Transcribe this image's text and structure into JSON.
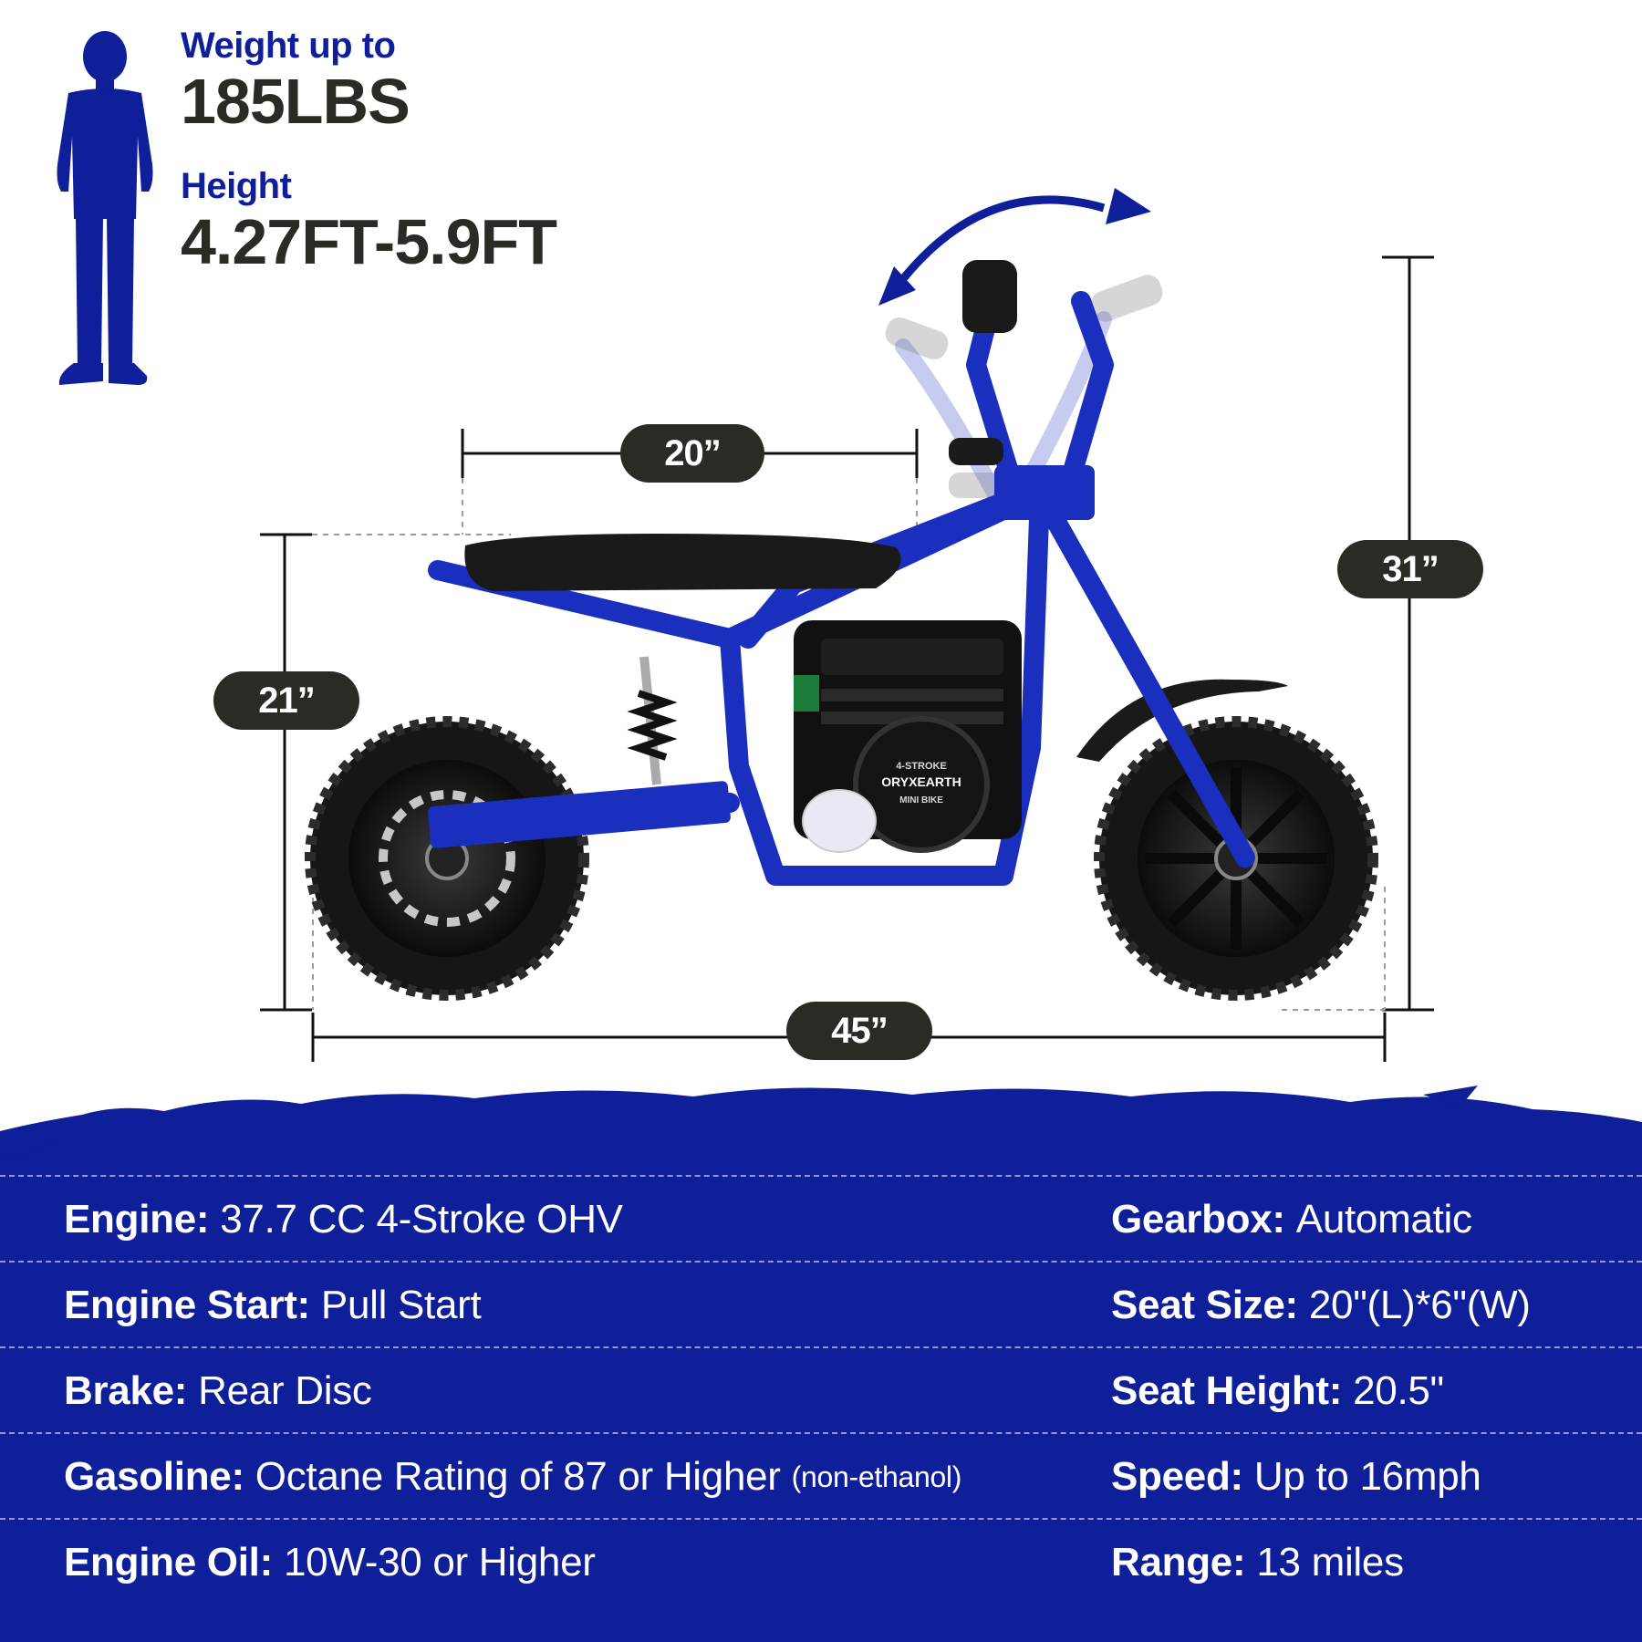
{
  "rider": {
    "weight_label": "Weight up to",
    "weight_value": "185LBS",
    "height_label": "Height",
    "height_value": "4.27FT-5.9FT"
  },
  "dimensions": {
    "seat_length": "20”",
    "seat_height": "21”",
    "overall_height": "31”",
    "overall_length": "45”"
  },
  "engine_badge": {
    "line1": "4-STROKE",
    "line2": "ORYXEARTH",
    "line3": "MINI BIKE"
  },
  "specs": {
    "rows": [
      {
        "left": {
          "key": "Engine:",
          "value": "37.7 CC 4-Stroke OHV",
          "note": ""
        },
        "right": {
          "key": "Gearbox:",
          "value": "Automatic"
        }
      },
      {
        "left": {
          "key": "Engine Start:",
          "value": "Pull Start",
          "note": ""
        },
        "right": {
          "key": "Seat Size:",
          "value": "20\"(L)*6\"(W)"
        }
      },
      {
        "left": {
          "key": "Brake:",
          "value": "Rear Disc",
          "note": ""
        },
        "right": {
          "key": "Seat Height:",
          "value": "20.5\""
        }
      },
      {
        "left": {
          "key": "Gasoline:",
          "value": "Octane Rating of 87 or Higher",
          "note": "(non-ethanol)"
        },
        "right": {
          "key": "Speed:",
          "value": "Up to 16mph"
        }
      },
      {
        "left": {
          "key": "Engine Oil:",
          "value": "10W-30 or Higher",
          "note": ""
        },
        "right": {
          "key": "Range:",
          "value": "13 miles"
        }
      }
    ]
  },
  "colors": {
    "brand_blue": "#0f1f9a",
    "frame_blue": "#1b2fbf",
    "dark_pill": "#2b2b26"
  },
  "icons": {
    "rider": "child-silhouette-icon",
    "handlebar_adjust": "curved-double-arrow-icon"
  }
}
